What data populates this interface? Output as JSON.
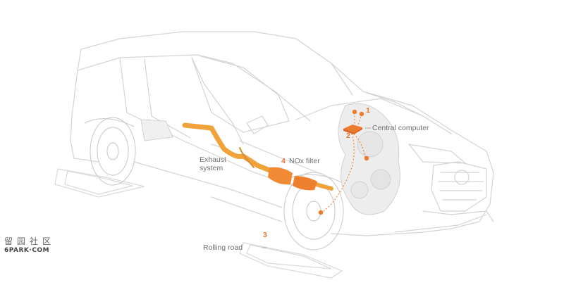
{
  "labels": {
    "central_computer": "Central computer",
    "exhaust_line1": "Exhaust",
    "exhaust_line2": "system",
    "nox_filter": "NOx filter",
    "rolling_road": "Rolling road"
  },
  "numbers": {
    "one": "1",
    "two": "2",
    "three": "3",
    "four": "4"
  },
  "watermark": {
    "chinese": "留园社区",
    "site": "6PARK·COM"
  },
  "colors": {
    "accent": "#e8772a",
    "accent_light": "#f3a33a",
    "line": "#d8d8d8",
    "text": "#6f6f6f"
  }
}
